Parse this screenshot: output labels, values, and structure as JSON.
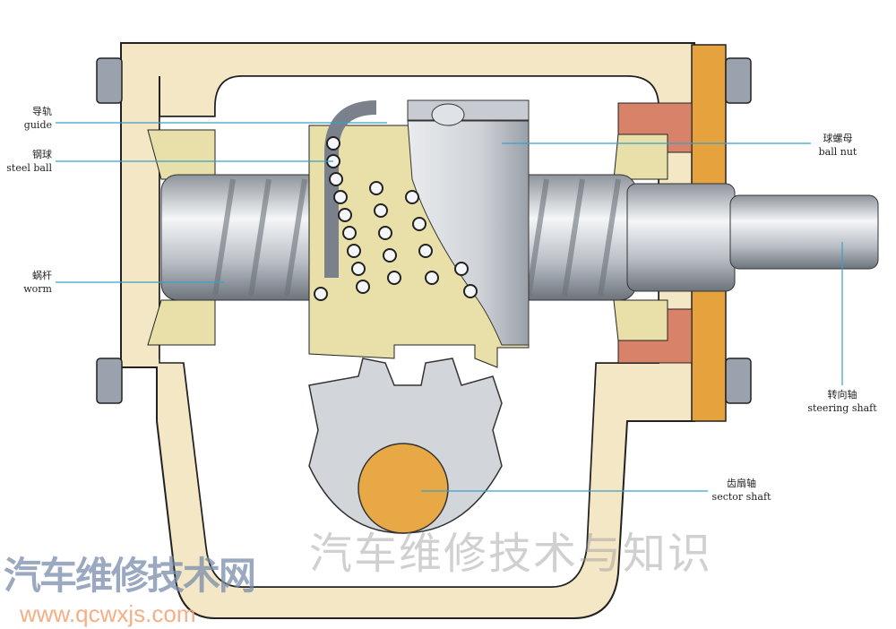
{
  "labels": {
    "guide": {
      "zh": "导轨",
      "en": "guide"
    },
    "steel_ball": {
      "zh": "钢球",
      "en": "steel ball"
    },
    "worm": {
      "zh": "蜗杆",
      "en": "worm"
    },
    "ball_nut": {
      "zh": "球螺母",
      "en": "ball nut"
    },
    "steering_shaft": {
      "zh": "转向轴",
      "en": "steering shaft"
    },
    "sector_shaft": {
      "zh": "齿扇轴",
      "en": "sector shaft"
    }
  },
  "watermarks": {
    "title": "汽车维修技术与知识",
    "site_name": "汽车维修技术网",
    "url": "www.qcwxjs.com"
  },
  "colors": {
    "housing": "#f4e7c6",
    "bearing": "#e8e0a8",
    "plate": "#e6a23c",
    "seal": "#d9826a",
    "steel": "#c8ccd2",
    "sector_core": "#e8a845",
    "leader": "#3aa0c8"
  }
}
